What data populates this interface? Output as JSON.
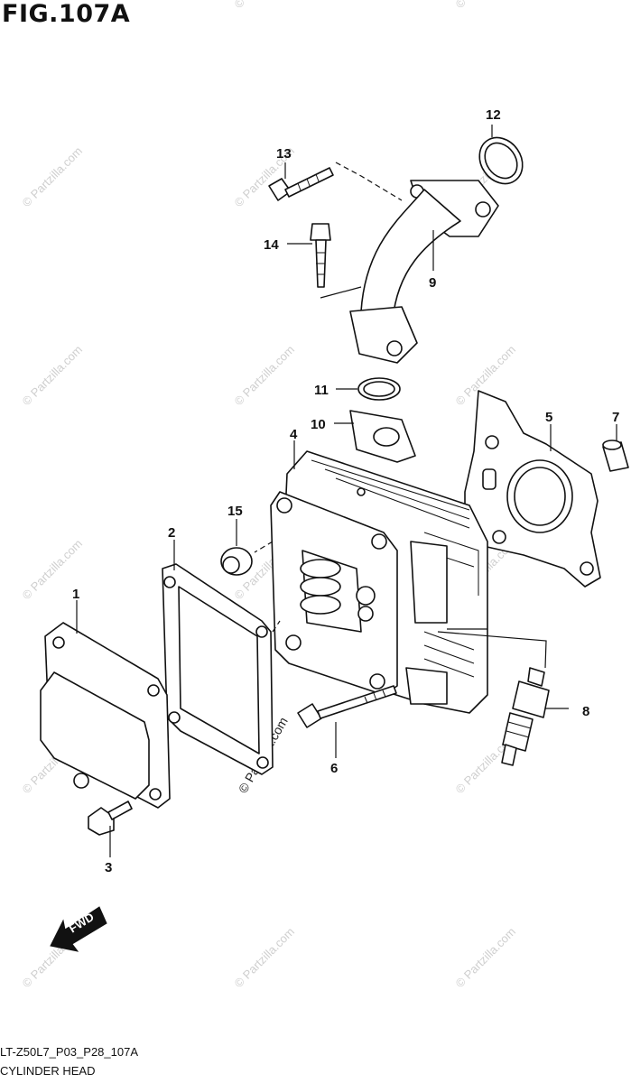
{
  "figure": {
    "title": "FIG.107A",
    "code": "LT-Z50L7_P03_P28_107A",
    "caption": "CYLINDER HEAD"
  },
  "watermark": "© Partzilla.com",
  "fwd_label": "FWD",
  "callouts": {
    "c1": "1",
    "c2": "2",
    "c3": "3",
    "c4": "4",
    "c5": "5",
    "c6": "6",
    "c7": "7",
    "c8": "8",
    "c9": "9",
    "c10": "10",
    "c11": "11",
    "c12": "12",
    "c13": "13",
    "c14": "14",
    "c15": "15"
  }
}
